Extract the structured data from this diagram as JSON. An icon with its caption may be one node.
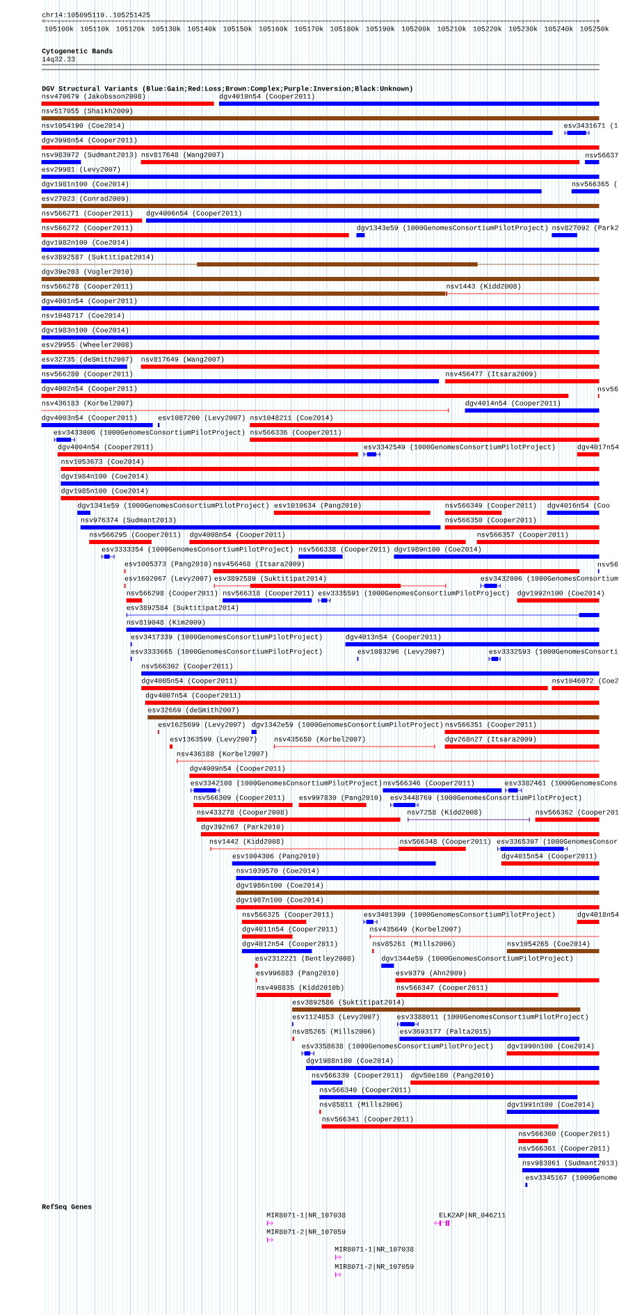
{
  "diagram": {
    "title": "chr14:105095119..105251425",
    "labels": [
      "105100k",
      "105110k",
      "105120k",
      "105130k",
      "105140k",
      "105150k",
      "105160k",
      "105170k",
      "105180k",
      "105190k",
      "105200k",
      "105210k",
      "105220k",
      "105230k",
      "105240k",
      "105250k",
      "Cytogenetic Bands",
      "14q32.33",
      "DGV Structural Variants (Blue:Gain;Red:Loss;Brown:Complex;Purple:Inversion;Black:Unknown)",
      "nsv470679 (Jakobsson2008)",
      "dgv4010n54 (Cooper2011)",
      "nsv517055 (Shaikh2009)",
      "nsv1054190 (Coe2014)",
      "esv3431671 (1",
      "dgv3998n54 (Cooper2011)",
      "nsv983972 (Sudmant2013)",
      "nsv817648 (Wang2007)",
      "nsv56637",
      "esv29981 (Levy2007)",
      "dgv1981n100 (Coe2014)",
      "nsv566365 (",
      "esv27023 (Conrad2009)",
      "nsv566271 (Cooper2011)",
      "dgv4006n54 (Cooper2011)",
      "nsv566272 (Cooper2011)",
      "dgv1343e59 (1000GenomesConsortiumPilotProject)",
      "nsv827092 (Park2",
      "dgv1982n100 (Coe2014)",
      "esv3892587 (Suktitipat2014)",
      "dgv39e203 (Vogler2010)",
      "nsv566278 (Cooper2011)",
      "nsv1443 (Kidd2008)",
      "dgv4001n54 (Cooper2011)",
      "nsv1048717 (Coe2014)",
      "dgv1983n100 (Coe2014)",
      "esv29955 (Wheeler2008)",
      "esv32735 (deSmith2007)",
      "nsv817649 (Wang2007)",
      "nsv566280 (Cooper2011)",
      "nsv456477 (Itsara2009)",
      "dgv4002n54 (Cooper2011)",
      "nsv56",
      "nsv436183 (Korbel2007)",
      "dgv4014n54 (Cooper2011)",
      "dgv4003n54 (Cooper2011)",
      "esv1087200 (Levy2007)",
      "nsv1048211 (Coe2014)",
      "esv3433006 (1000GenomesConsortiumPilotProject)",
      "nsv566336 (Cooper2011)",
      "dgv4004n54 (Cooper2011)",
      "esv3342549 (1000GenomesConsortiumPilotProject)",
      "dgv4017n54",
      "nsv1053673 (Coe2014)",
      "dgv1984n100 (Coe2014)",
      "dgv1985n100 (Coe2014)",
      "dgv1341e59 (1000GenomesConsortiumPilotProject)",
      "esv1010634 (Pang2010)",
      "nsv566349 (Cooper2011)",
      "dgv4016n54 (Coo",
      "nsv976374 (Sudmant2013)",
      "nsv566350 (Cooper2011)",
      "nsv566295 (Cooper2011)",
      "dgv4008n54 (Cooper2011)",
      "nsv566357 (Cooper2011)",
      "esv3333354 (1000GenomesConsortiumPilotProject)",
      "nsv566338 (Cooper2011)",
      "dgv1989n100 (Coe2014)",
      "esv1005373 (Pang2010)",
      "nsv456468 (Itsara2009)",
      "nsv56",
      "esv1602067 (Levy2007)",
      "esv3892589 (Suktitipat2014)",
      "esv3432006 (1000GenomesConsortium",
      "nsv566298 (Cooper2011)",
      "nsv566318 (Cooper2011)",
      "esv3335591 (1000GenomesConsortiumPilotProject)",
      "dgv1992n100 (Coe2014)",
      "esv3892584 (Suktitipat2014)",
      "nsv819048 (Kim2009)",
      "esv3417339 (1000GenomesConsortiumPilotProject)",
      "dgv4013n54 (Cooper2011)",
      "esv3333665 (1000GenomesConsortiumPilotProject)",
      "esv1083296 (Levy2007)",
      "esv3332593 (1000GenomesConsorti",
      "nsv566302 (Cooper2011)",
      "dgv4005n54 (Cooper2011)",
      "nsv1046072 (Coe2",
      "dgv4007n54 (Cooper2011)",
      "esv32669 (deSmith2007)",
      "esv1625699 (Levy2007)",
      "dgv1342e59 (1000GenomesConsortiumPilotProject)",
      "nsv566351 (Cooper2011)",
      "esv1363599 (Levy2007)",
      "nsv435650 (Korbel2007)",
      "dgv268n27 (Itsara2009)",
      "nsv436188 (Korbel2007)",
      "dgv4009n54 (Cooper2011)",
      "esv3342108 (1000GenomesConsortiumPilotProject)",
      "nsv566346 (Cooper2011)",
      "esv3382461 (1000GenomesCons",
      "nsv566309 (Cooper2011)",
      "esv997830 (Pang2010)",
      "esv3448769 (1000GenomesConsortiumPilotProject)",
      "nsv433278 (Cooper2008)",
      "nsv7258 (Kidd2008)",
      "nsv566362 (Cooper201",
      "dgv392n67 (Park2010)",
      "nsv1442 (Kidd2008)",
      "nsv566348 (Cooper2011)",
      "esv3365397 (1000GenomesConsor",
      "esv1004306 (Pang2010)",
      "dgv4015n54 (Cooper2011)",
      "nsv1039570 (Coe2014)",
      "dgv1986n100 (Coe2014)",
      "dgv1987n100 (Coe2014)",
      "nsv566325 (Cooper2011)",
      "esv3401399 (1000GenomesConsortiumPilotProject)",
      "dgv4018n54",
      "dgv4011n54 (Cooper2011)",
      "nsv435649 (Korbel2007)",
      "dgv4012n54 (Cooper2011)",
      "nsv85261 (Mills2006)",
      "nsv1054265 (Coe2014)",
      "esv2312221 (Bentley2008)",
      "dgv1344e59 (1000GenomesConsortiumPilotProject)",
      "esv996883 (Pang2010)",
      "esv9379 (Ahn2009)",
      "nsv498835 (Kidd2010b)",
      "nsv566347 (Cooper2011)",
      "esv3892586 (Suktitipat2014)",
      "esv1124853 (Levy2007)",
      "esv3388011 (1000GenomesConsortiumPilotProject)",
      "nsv85265 (Mills2006)",
      "esv3693177 (Palta2015)",
      "esv3358638 (1000GenomesConsortiumPilotProject)",
      "dgv1990n100 (Coe2014)",
      "dgv1988n100 (Coe2014)",
      "nsv566339 (Cooper2011)",
      "dgv50e180 (Pang2010)",
      "nsv566340 (Cooper2011)",
      "nsv85811 (Mills2006)",
      "dgv1991n100 (Coe2014)",
      "nsv566341 (Cooper2011)",
      "nsv566360 (Cooper2011)",
      "nsv566361 (Cooper2011)",
      "nsv983861 (Sudmant2013)",
      "esv3345167 (1000Genome",
      "RefSeq Genes",
      "MIR8071-1|NR_107038",
      "ELK2AP|NR_046211",
      "MIR8071-2|NR_107059",
      "MIR8071-1|NR_107038",
      "MIR8071-2|NR_107059"
    ]
  }
}
